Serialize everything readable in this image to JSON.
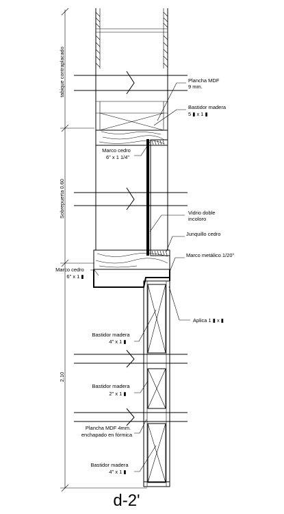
{
  "dimensions": {
    "tabique": "tabique contraplacado",
    "sobrepuerta": "Sobrepuerta 0.60",
    "altura": "2.10"
  },
  "labels": {
    "plancha_mdf_1": "Plancha MDF",
    "plancha_mdf_2": "9 mm.",
    "bastidor_1": "Bastidor madera",
    "bastidor_2": "5 ▮ x 1 ▮",
    "marco_cedro_top_1": "Marco cedro",
    "marco_cedro_top_2": "6\" x 1 1/4\"",
    "vidrio_1": "Vidrio doble",
    "vidrio_2": "incoloro",
    "junquillo": "Junquillo cedro",
    "marco_metalico": "Marco metálico 1/20\"",
    "marco_cedro_left_1": "Marco cedro",
    "marco_cedro_left_2": "6\" x 1 ▮",
    "aplica": "Aplica 1 ▮ x ▮",
    "bastidor_4_1": "Bastidor madera",
    "bastidor_4_2": "4\" x 1 ▮",
    "bastidor_2in_1": "Bastidor madera",
    "bastidor_2in_2": "2\" x 1 ▮",
    "plancha_4mm_1": "Plancha MDF 4mm.",
    "plancha_4mm_2": "enchapado en fórmica",
    "bastidor_bot_1": "Bastidor madera",
    "bastidor_bot_2": "4\" x 1 ▮"
  },
  "title": "d-2'"
}
